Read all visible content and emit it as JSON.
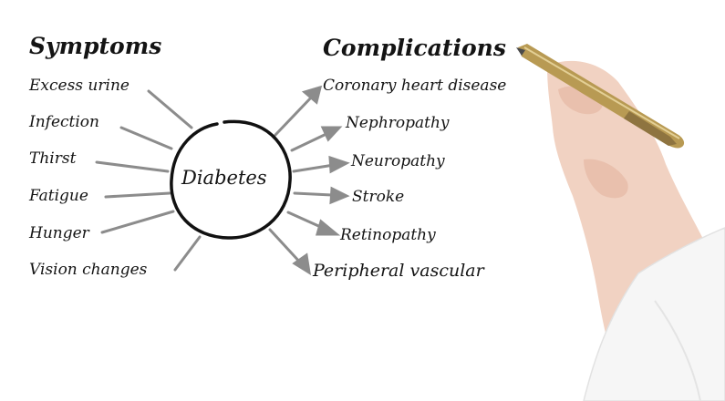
{
  "diagram": {
    "center": "Diabetes",
    "symptoms_heading": "Symptoms",
    "complications_heading": "Complications",
    "symptoms": [
      "Excess urine",
      "Infection",
      "Thirst",
      "Fatigue",
      "Hunger",
      "Vision changes"
    ],
    "complications": [
      "Coronary heart disease",
      "Nephropathy",
      "Neuropathy",
      "Stroke",
      "Retinopathy",
      "Peripheral vascular"
    ]
  }
}
